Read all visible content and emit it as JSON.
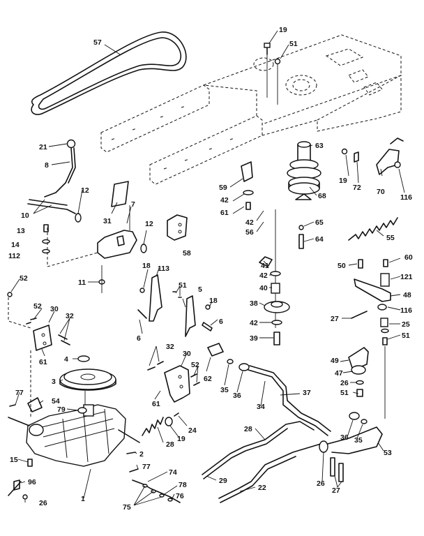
{
  "callouts": {
    "c57": "57",
    "c19a": "19",
    "c51a": "51",
    "c63": "63",
    "c21": "21",
    "c8": "8",
    "c10": "10",
    "c12a": "12",
    "c31": "31",
    "c7": "7",
    "c12b": "12",
    "c13": "13",
    "c14": "14",
    "c112": "112",
    "c59": "59",
    "c42a": "42",
    "c61a": "61",
    "c68": "68",
    "c19b": "19",
    "c72": "72",
    "c70": "70",
    "c116a": "116",
    "c42b": "42",
    "c56": "56",
    "c65": "65",
    "c64": "64",
    "c58": "58",
    "c55": "55",
    "c52a": "52",
    "c11": "11",
    "c18a": "18",
    "c113": "113",
    "c41": "41",
    "c42c": "42",
    "c40": "40",
    "c38": "38",
    "c42d": "42",
    "c39": "39",
    "c50a": "50",
    "c60": "60",
    "c121": "121",
    "c48": "48",
    "c116b": "116",
    "c27a": "27",
    "c25": "25",
    "c51b": "51",
    "c52b": "52",
    "c30a": "30",
    "c32a": "32",
    "c61b": "61",
    "c51c": "51",
    "c5": "5",
    "c18b": "18",
    "c6a": "6",
    "c6b": "6",
    "c4": "4",
    "c3": "3",
    "c32b": "32",
    "c30b": "30",
    "c52c": "52",
    "c61c": "61",
    "c62": "62",
    "c35a": "35",
    "c36a": "36",
    "c34": "34",
    "c37": "37",
    "c49": "49",
    "c47": "47",
    "c26a": "26",
    "c51d": "51",
    "c77a": "77",
    "c54": "54",
    "c79": "79",
    "c28a": "28",
    "c19c": "19",
    "c24": "24",
    "c2": "2",
    "c15": "15",
    "c77b": "77",
    "c28b": "28",
    "c36b": "36",
    "c35b": "35",
    "c53": "53",
    "c96": "96",
    "c26b": "26",
    "c1": "1",
    "c74": "74",
    "c78": "78",
    "c76": "76",
    "c75": "75",
    "c29": "29",
    "c22": "22",
    "c26c": "26",
    "c27b": "27"
  }
}
